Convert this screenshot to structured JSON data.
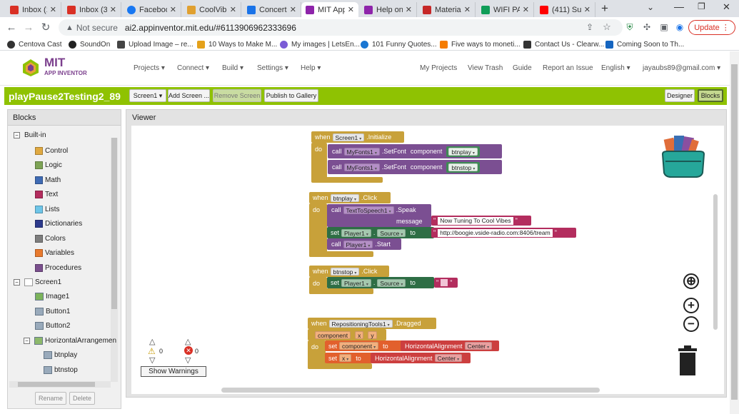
{
  "tabs": [
    {
      "label": "Inbox (1",
      "color": "#d93025"
    },
    {
      "label": "Inbox (3",
      "color": "#d93025"
    },
    {
      "label": "Faceboo",
      "color": "#1877f2"
    },
    {
      "label": "CoolVib",
      "color": "#e0a030"
    },
    {
      "label": "Concert",
      "color": "#1a73e8"
    },
    {
      "label": "MIT App",
      "color": "#8e24aa"
    },
    {
      "label": "Help on",
      "color": "#8e24aa"
    },
    {
      "label": "Materia",
      "color": "#c62828"
    },
    {
      "label": "WIFI PA",
      "color": "#0f9d58"
    },
    {
      "label": "(411) Su",
      "color": "#ff0000"
    }
  ],
  "address": {
    "security": "Not secure",
    "url": "ai2.appinventor.mit.edu/#6113906962333696",
    "update_label": "Update"
  },
  "bookmarks": [
    {
      "label": "Centova Cast",
      "color": "#333"
    },
    {
      "label": "SoundOn",
      "color": "#222"
    },
    {
      "label": "Upload Image – re...",
      "color": "#444"
    },
    {
      "label": "10 Ways to Make M...",
      "color": "#e4a11b"
    },
    {
      "label": "My images | LetsEn...",
      "color": "#7b5cd6"
    },
    {
      "label": "101 Funny Quotes...",
      "color": "#1976d2"
    },
    {
      "label": "Five ways to moneti...",
      "color": "#f57c00"
    },
    {
      "label": "Contact Us - Clearw...",
      "color": "#333"
    },
    {
      "label": "Coming Soon to Th...",
      "color": "#1565c0"
    }
  ],
  "ai_header": {
    "logo_top": "MIT",
    "logo_bottom": "APP INVENTOR",
    "menus": [
      "Projects",
      "Connect",
      "Build",
      "Settings",
      "Help"
    ],
    "right_links": [
      "My Projects",
      "View Trash",
      "Guide",
      "Report an Issue",
      "English",
      "jayaubs89@gmail.com"
    ]
  },
  "project_bar": {
    "name": "playPause2Testing2_89",
    "screen_select": "Screen1",
    "add_screen": "Add Screen ...",
    "remove_screen": "Remove Screen",
    "publish": "Publish to Gallery",
    "designer": "Designer",
    "blocks": "Blocks"
  },
  "blocks_panel": {
    "title": "Blocks",
    "builtin_label": "Built-in",
    "builtin": [
      {
        "label": "Control",
        "color": "#e0a941"
      },
      {
        "label": "Logic",
        "color": "#7da355"
      },
      {
        "label": "Math",
        "color": "#3f6bb4"
      },
      {
        "label": "Text",
        "color": "#b32d5e"
      },
      {
        "label": "Lists",
        "color": "#6ec5e8"
      },
      {
        "label": "Dictionaries",
        "color": "#2d3a8c"
      },
      {
        "label": "Colors",
        "color": "#7d7d7d"
      },
      {
        "label": "Variables",
        "color": "#e87a2e"
      },
      {
        "label": "Procedures",
        "color": "#7a4f8d"
      }
    ],
    "screen_label": "Screen1",
    "components": [
      "Image1",
      "Button1",
      "Button2",
      "HorizontalArrangemen"
    ],
    "arrangement_children": [
      "btnplay",
      "btnstop"
    ],
    "rename_label": "Rename",
    "delete_label": "Delete"
  },
  "viewer": {
    "title": "Viewer",
    "warnings_count": "0",
    "errors_count": "0",
    "show_warnings": "Show Warnings"
  },
  "blocks": {
    "b1": {
      "when": "when",
      "component": "Screen1",
      "event": ".Initialize",
      "do": "do",
      "call": "call",
      "font_obj": "MyFonts1",
      "method": ".SetFont",
      "param": "component",
      "arg1": "btnplay",
      "arg2": "btnstop"
    },
    "b2": {
      "when": "when",
      "component": "btnplay",
      "event": ".Click",
      "do": "do",
      "call": "call",
      "tts": "TextToSpeech1",
      "speak": ".Speak",
      "message_label": "message",
      "message": "Now Tuning To Cool Vibes",
      "set": "set",
      "player": "Player1",
      "dot": ".",
      "source": "Source",
      "to": "to",
      "url": "http://boogie.vside-radio.com:8406/tream",
      "start": ".Start"
    },
    "b3": {
      "when": "when",
      "component": "btnstop",
      "event": ".Click",
      "do": "do",
      "set": "set",
      "player": "Player1",
      "dot": ".",
      "source": "Source",
      "to": "to"
    },
    "b4": {
      "when": "when",
      "component": "RepositioningTools1",
      "event": ".Dragged",
      "param_component": "component",
      "param_x": "x",
      "param_y": "y",
      "do": "do",
      "set": "set",
      "set_target": "component",
      "to": "to",
      "x": "x",
      "align_label": "HorizontalAlignment",
      "align_value": "Center"
    }
  },
  "colors": {
    "event_gold": "#c8a13a",
    "purple_call": "#7b4f92",
    "green_set": "#2e6e45",
    "text_red": "#b32d5e",
    "orange_var": "#e2602d",
    "project_green": "#8fc202"
  }
}
